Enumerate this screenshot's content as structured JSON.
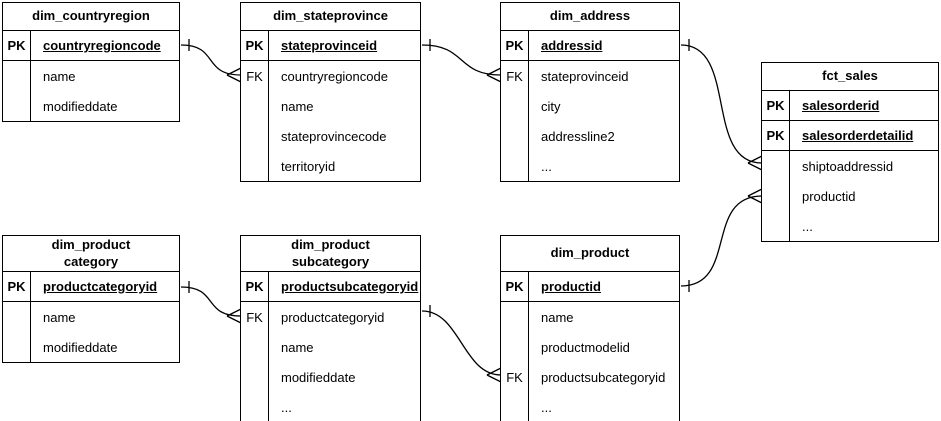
{
  "diagram": {
    "type": "entity-relationship",
    "background_color": "#ffffff",
    "line_color": "#000000",
    "text_color": "#000000"
  },
  "entities": [
    {
      "title": "dim_countryregion",
      "pk_rows": [
        {
          "key": "PK",
          "name": "countryregioncode"
        }
      ],
      "attr_rows": [
        {
          "key": "",
          "name": "name"
        },
        {
          "key": "",
          "name": "modifieddate"
        }
      ]
    },
    {
      "title": "dim_stateprovince",
      "pk_rows": [
        {
          "key": "PK",
          "name": "stateprovinceid"
        }
      ],
      "attr_rows": [
        {
          "key": "FK",
          "name": "countryregioncode"
        },
        {
          "key": "",
          "name": "name"
        },
        {
          "key": "",
          "name": "stateprovincecode"
        },
        {
          "key": "",
          "name": "territoryid"
        }
      ]
    },
    {
      "title": "dim_address",
      "pk_rows": [
        {
          "key": "PK",
          "name": "addressid"
        }
      ],
      "attr_rows": [
        {
          "key": "FK",
          "name": "stateprovinceid"
        },
        {
          "key": "",
          "name": "city"
        },
        {
          "key": "",
          "name": "addressline2"
        },
        {
          "key": "",
          "name": "..."
        }
      ]
    },
    {
      "title": "fct_sales",
      "pk_rows": [
        {
          "key": "PK",
          "name": "salesorderid"
        },
        {
          "key": "PK",
          "name": "salesorderdetailid"
        }
      ],
      "attr_rows": [
        {
          "key": "",
          "name": "shiptoaddressid"
        },
        {
          "key": "",
          "name": "productid"
        },
        {
          "key": "",
          "name": "..."
        }
      ]
    },
    {
      "title": "dim_product\ncategory",
      "pk_rows": [
        {
          "key": "PK",
          "name": "productcategoryid"
        }
      ],
      "attr_rows": [
        {
          "key": "",
          "name": "name"
        },
        {
          "key": "",
          "name": "modifieddate"
        }
      ]
    },
    {
      "title": "dim_product\nsubcategory",
      "pk_rows": [
        {
          "key": "PK",
          "name": "productsubcategoryid"
        }
      ],
      "attr_rows": [
        {
          "key": "FK",
          "name": "productcategoryid"
        },
        {
          "key": "",
          "name": "name"
        },
        {
          "key": "",
          "name": "modifieddate"
        },
        {
          "key": "",
          "name": "..."
        }
      ]
    },
    {
      "title": "dim_product",
      "pk_rows": [
        {
          "key": "PK",
          "name": "productid"
        }
      ],
      "attr_rows": [
        {
          "key": "",
          "name": "name"
        },
        {
          "key": "",
          "name": "productmodelid"
        },
        {
          "key": "FK",
          "name": "productsubcategoryid"
        },
        {
          "key": "",
          "name": "..."
        }
      ]
    }
  ],
  "relationships": [
    {
      "from": "dim_countryregion",
      "from_field": "countryregioncode",
      "to": "dim_stateprovince",
      "to_field": "countryregioncode",
      "cardinality": "one-to-many"
    },
    {
      "from": "dim_stateprovince",
      "from_field": "stateprovinceid",
      "to": "dim_address",
      "to_field": "stateprovinceid",
      "cardinality": "one-to-many"
    },
    {
      "from": "dim_address",
      "from_field": "addressid",
      "to": "fct_sales",
      "to_field": "shiptoaddressid",
      "cardinality": "one-to-many"
    },
    {
      "from": "dim_product",
      "from_field": "productid",
      "to": "fct_sales",
      "to_field": "productid",
      "cardinality": "one-to-many"
    },
    {
      "from": "dim_product category",
      "from_field": "productcategoryid",
      "to": "dim_product subcategory",
      "to_field": "productcategoryid",
      "cardinality": "one-to-many"
    },
    {
      "from": "dim_product subcategory",
      "from_field": "productsubcategoryid",
      "to": "dim_product",
      "to_field": "productsubcategoryid",
      "cardinality": "one-to-many"
    }
  ]
}
